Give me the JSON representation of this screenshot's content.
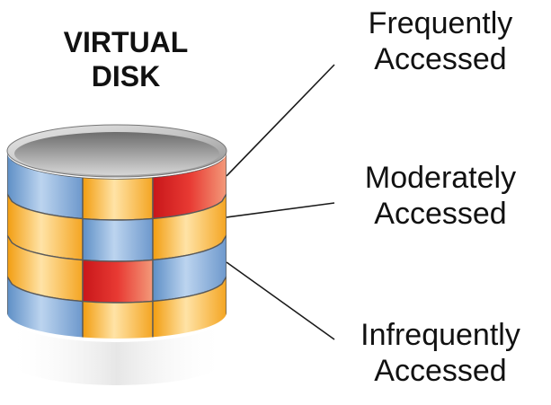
{
  "title": {
    "line1": "VIRTUAL",
    "line2": "DISK"
  },
  "labels": {
    "frequent": {
      "line1": "Frequently",
      "line2": "Accessed"
    },
    "moderate": {
      "line1": "Moderately",
      "line2": "Accessed"
    },
    "infrequent": {
      "line1": "Infrequently",
      "line2": "Accessed"
    }
  },
  "colors": {
    "blue": "#7fa8d6",
    "orange": "#f8b63a",
    "red": "#d8262a",
    "grey": "#c9c9c9"
  },
  "disk_rows": [
    [
      "blue",
      "orange",
      "red"
    ],
    [
      "orange",
      "blue",
      "orange"
    ],
    [
      "orange",
      "red",
      "blue"
    ],
    [
      "blue",
      "orange",
      "orange"
    ]
  ]
}
